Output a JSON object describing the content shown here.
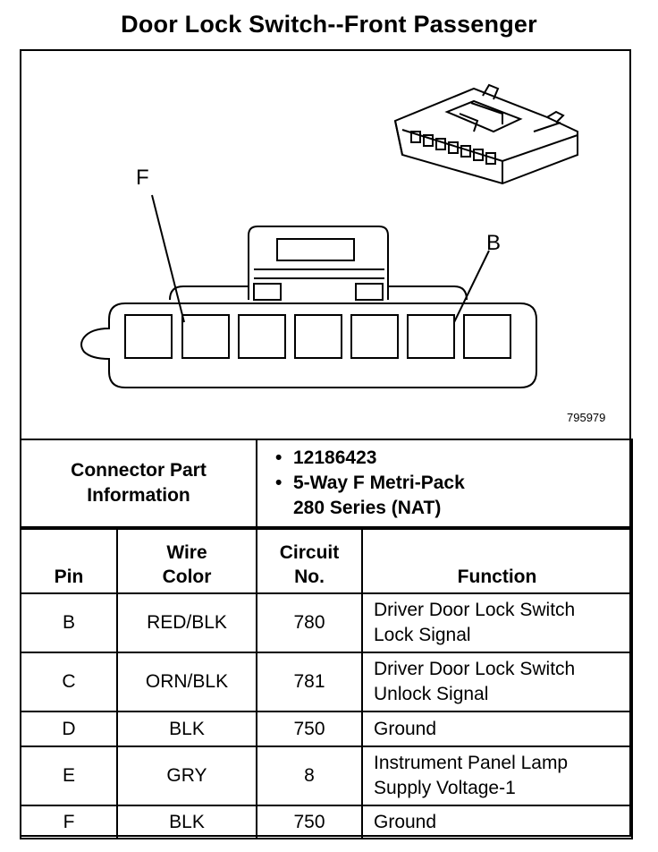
{
  "title": "Door Lock Switch--Front Passenger",
  "diagram": {
    "pin_label_left": "F",
    "pin_label_right": "B",
    "figure_number": "795979"
  },
  "connector_info": {
    "label_line1": "Connector Part",
    "label_line2": "Information",
    "part_number": "12186423",
    "description_line1": "5-Way F Metri-Pack",
    "description_line2": "280 Series (NAT)",
    "bullet": "•"
  },
  "table": {
    "headers": {
      "pin": "Pin",
      "wire_color_line1": "Wire",
      "wire_color_line2": "Color",
      "circuit_line1": "Circuit",
      "circuit_line2": "No.",
      "function": "Function"
    },
    "rows": [
      {
        "pin": "B",
        "wire_color": "RED/BLK",
        "circuit": "780",
        "function_line1": "Driver Door Lock Switch",
        "function_line2": "Lock Signal"
      },
      {
        "pin": "C",
        "wire_color": "ORN/BLK",
        "circuit": "781",
        "function_line1": "Driver Door Lock Switch",
        "function_line2": "Unlock Signal"
      },
      {
        "pin": "D",
        "wire_color": "BLK",
        "circuit": "750",
        "function_line1": "Ground",
        "function_line2": ""
      },
      {
        "pin": "E",
        "wire_color": "GRY",
        "circuit": "8",
        "function_line1": "Instrument Panel Lamp",
        "function_line2": "Supply Voltage-1"
      },
      {
        "pin": "F",
        "wire_color": "BLK",
        "circuit": "750",
        "function_line1": "Ground",
        "function_line2": ""
      }
    ]
  }
}
